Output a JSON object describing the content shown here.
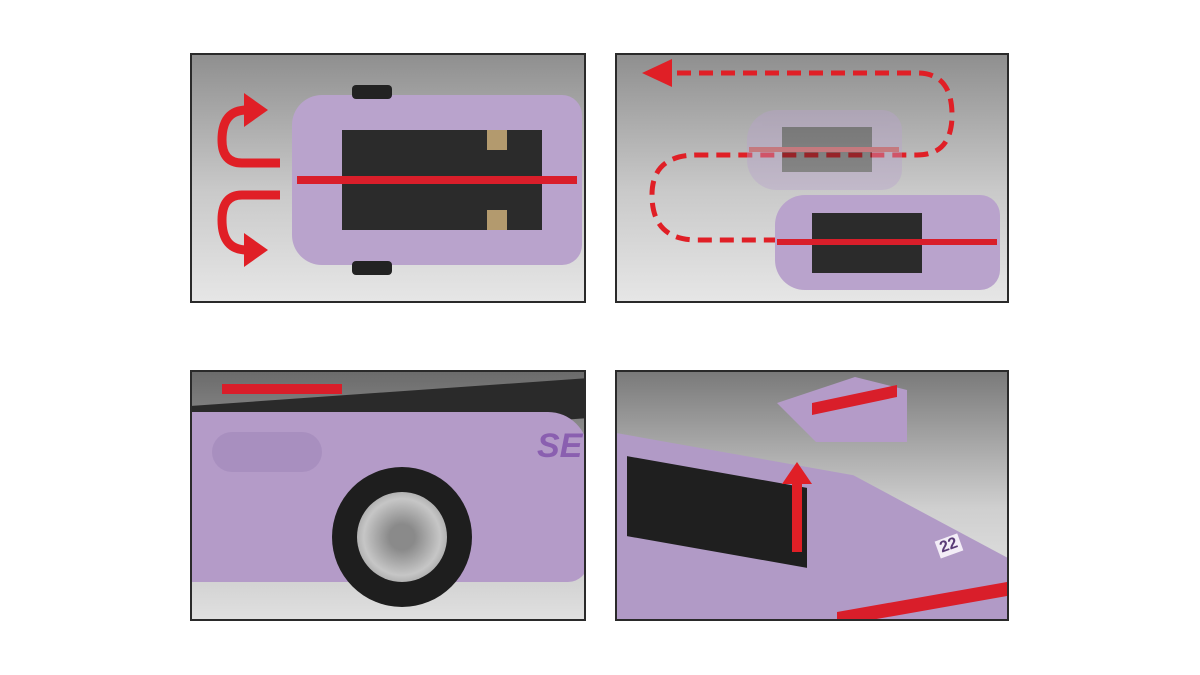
{
  "panels": [
    {
      "caption": "rotate-view"
    },
    {
      "caption": "drive-path"
    },
    {
      "caption": "wheel-closeup",
      "brand_text": "SE"
    },
    {
      "caption": "rear-wing",
      "number_text": "22"
    }
  ],
  "colors": {
    "arrow": "#e01f26",
    "car_body": "#b9a3cc",
    "frame": "#2a2a2a"
  }
}
